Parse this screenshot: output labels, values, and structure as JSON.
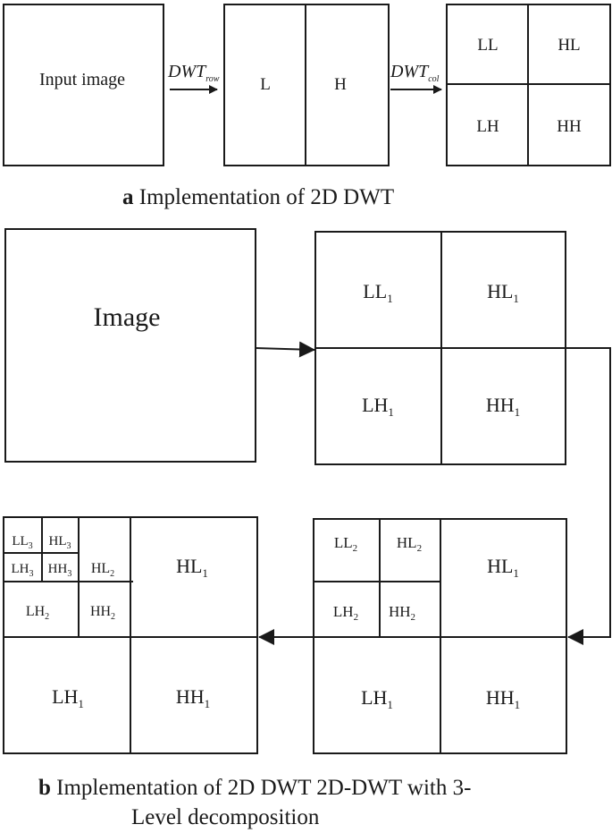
{
  "part_a": {
    "caption_letter": "a",
    "caption_text": " Implementation of 2D DWT",
    "input_label": "Input image",
    "arrow1_label": "DWT",
    "arrow1_sub": "row",
    "arrow2_label": "DWT",
    "arrow2_sub": "col",
    "row_blocks": [
      "L",
      "H"
    ],
    "quad_blocks": [
      "LL",
      "HL",
      "LH",
      "HH"
    ]
  },
  "part_b": {
    "caption_letter": "b",
    "caption_line1": " Implementation of 2D DWT 2D-DWT with 3-",
    "caption_line2": "Level decomposition",
    "image_label": "Image",
    "level1": [
      {
        "base": "LL",
        "sub": "1"
      },
      {
        "base": "HL",
        "sub": "1"
      },
      {
        "base": "LH",
        "sub": "1"
      },
      {
        "base": "HH",
        "sub": "1"
      }
    ],
    "level2": [
      {
        "base": "LL",
        "sub": "2"
      },
      {
        "base": "HL",
        "sub": "2"
      },
      {
        "base": "LH",
        "sub": "2"
      },
      {
        "base": "HH",
        "sub": "2"
      },
      {
        "base": "HL",
        "sub": "1"
      },
      {
        "base": "LH",
        "sub": "1"
      },
      {
        "base": "HH",
        "sub": "1"
      }
    ],
    "level3": [
      {
        "base": "LL",
        "sub": "3"
      },
      {
        "base": "HL",
        "sub": "3"
      },
      {
        "base": "LH",
        "sub": "3"
      },
      {
        "base": "HH",
        "sub": "3"
      },
      {
        "base": "HL",
        "sub": "2"
      },
      {
        "base": "LH",
        "sub": "2"
      },
      {
        "base": "HH",
        "sub": "2"
      },
      {
        "base": "HL",
        "sub": "1"
      },
      {
        "base": "LH",
        "sub": "1"
      },
      {
        "base": "HH",
        "sub": "1"
      }
    ]
  },
  "colors": {
    "ink": "#1a1a1a",
    "background": "#ffffff"
  }
}
